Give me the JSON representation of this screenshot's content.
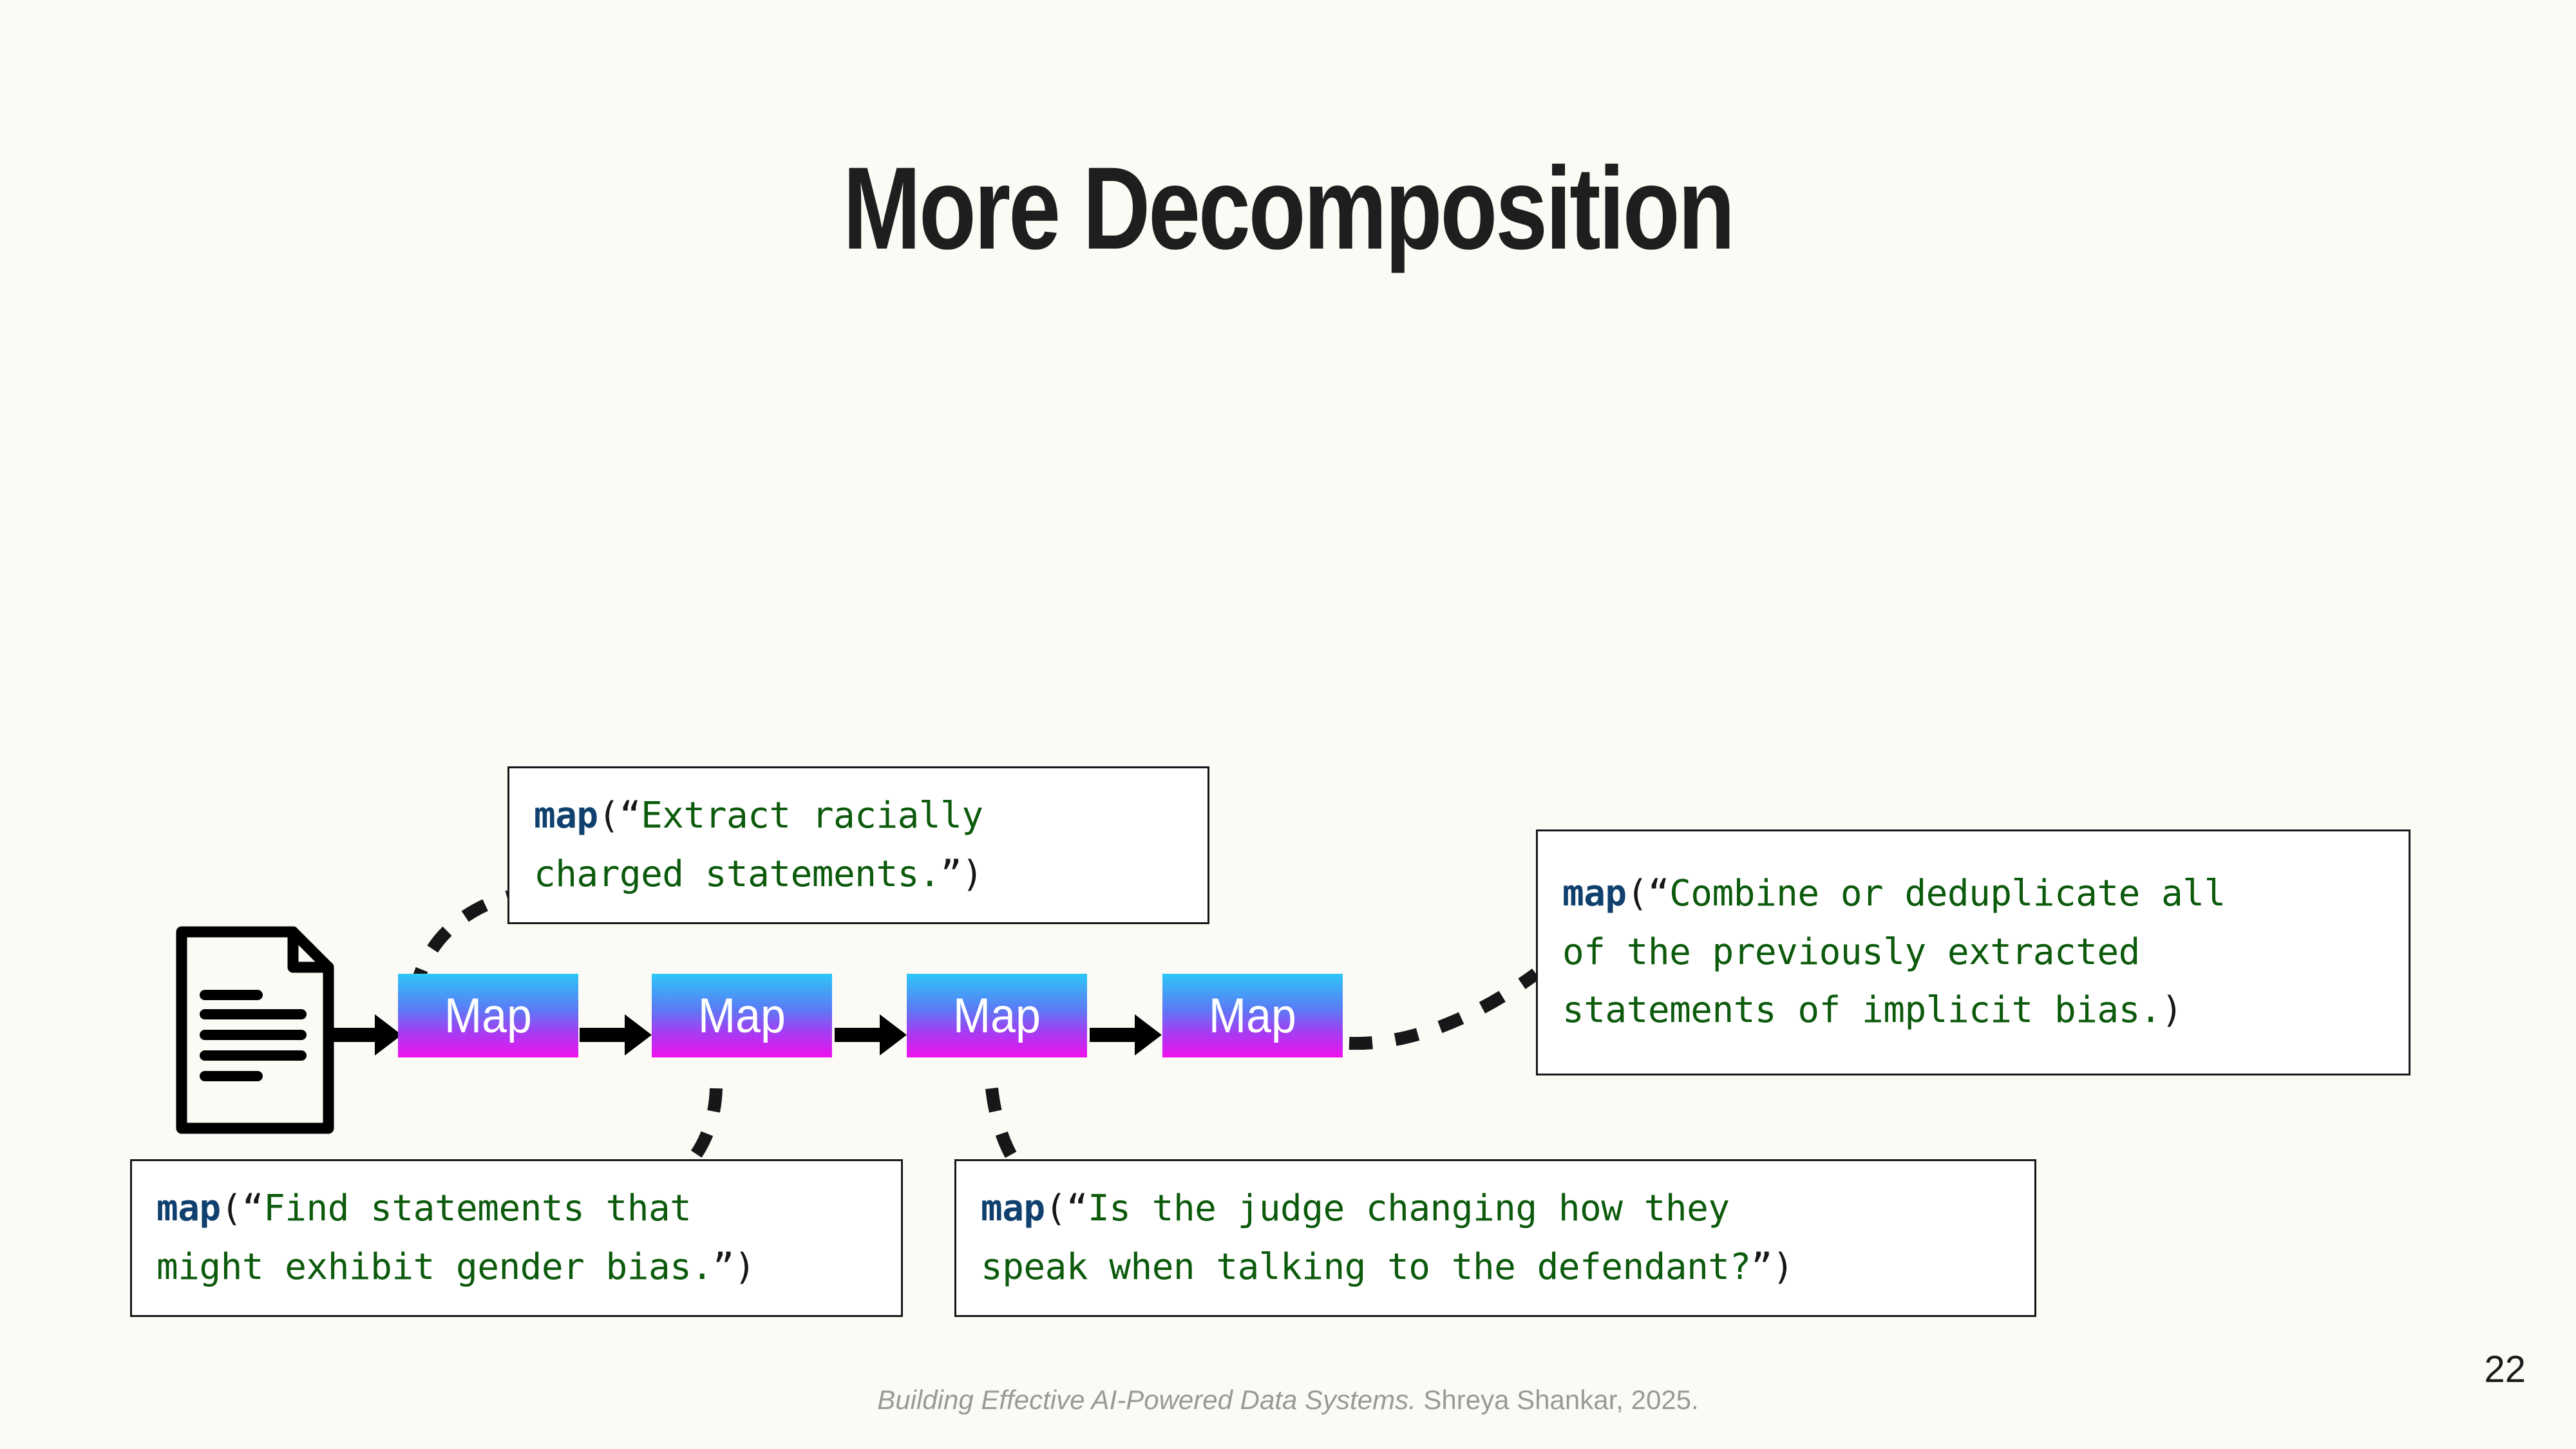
{
  "slide": {
    "title": "More Decomposition",
    "page_number": "22",
    "background_color": "#fcfaf4"
  },
  "footer": {
    "source_title": "Building Effective AI-Powered Data Systems.",
    "attribution": " Shreya Shankar, 2025."
  },
  "colors": {
    "map_gradient_top": "#2dc7f7",
    "map_gradient_bottom": "#ee11ee",
    "code_function": "#10406e",
    "code_string": "#0c5a0c",
    "code_punct": "#17171a",
    "title": "#1e1e1e",
    "footer": "#9a9a95"
  },
  "pipeline": {
    "source_icon": "document-icon",
    "stages": [
      {
        "label": "Map"
      },
      {
        "label": "Map"
      },
      {
        "label": "Map"
      },
      {
        "label": "Map"
      }
    ]
  },
  "callouts": [
    {
      "id": "extract-racially-charged",
      "fn": "map",
      "open": "(“",
      "string_lines": [
        "Extract racially",
        "charged statements."
      ],
      "close": "”)",
      "attached_to_stage": 0
    },
    {
      "id": "combine-deduplicate",
      "fn": "map",
      "open": "(“",
      "string_lines": [
        "Combine or deduplicate all",
        "of the previously extracted",
        "statements of implicit bias."
      ],
      "close": ")",
      "attached_to_stage": 3
    },
    {
      "id": "find-gender-bias",
      "fn": "map",
      "open": "(“",
      "string_lines": [
        "Find statements that",
        "might exhibit gender bias."
      ],
      "close": "”)",
      "attached_to_stage": 1
    },
    {
      "id": "judge-speech-change",
      "fn": "map",
      "open": "(“",
      "string_lines": [
        "Is the judge changing how they",
        "speak when talking to the defendant?"
      ],
      "close": "”)",
      "attached_to_stage": 2
    }
  ]
}
